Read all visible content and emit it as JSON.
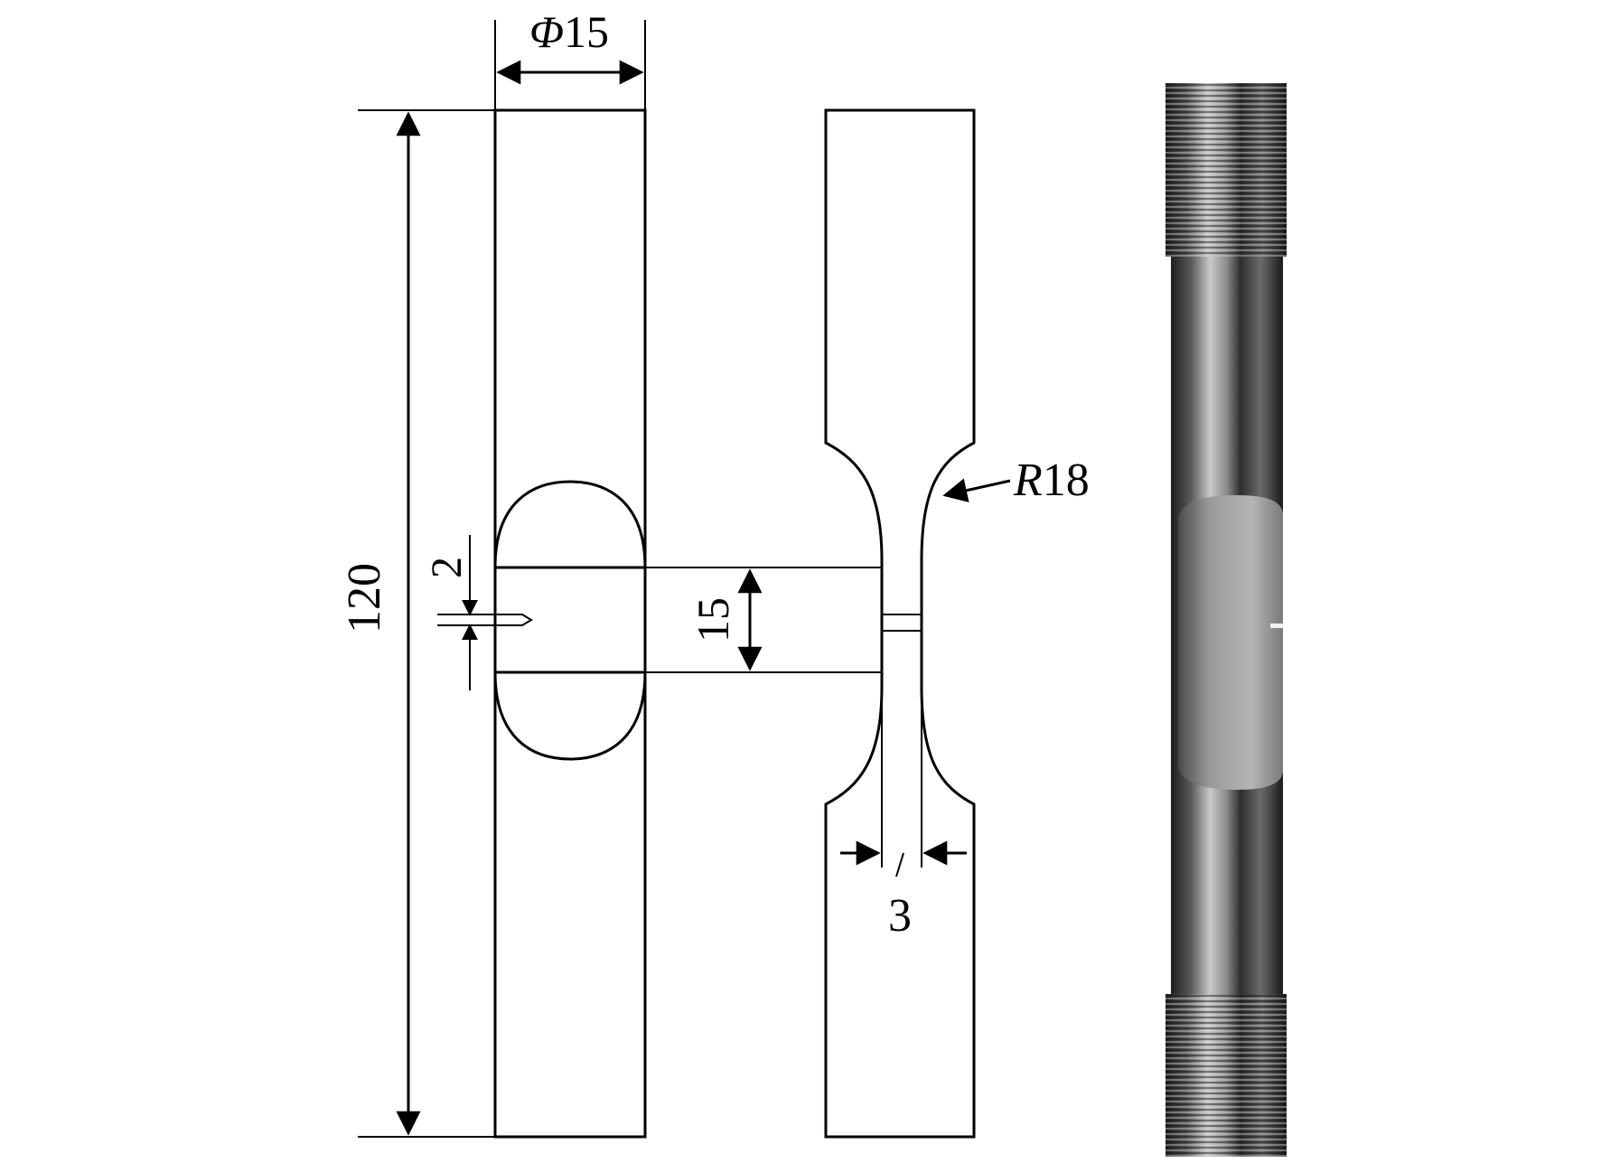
{
  "diagram": {
    "dimensions": {
      "diameter_symbol": "Φ",
      "diameter_value": "15",
      "length": "120",
      "notch_depth": "2",
      "section_width": "15",
      "neck_thickness": "3",
      "radius_symbol": "R",
      "radius_value": "18"
    }
  },
  "photo": {
    "icon": "threaded-specimen-photo",
    "colors": {
      "metal_dark": "#2f2f2f",
      "metal_mid": "#7d7d7d",
      "metal_light": "#d8d8d8"
    }
  }
}
